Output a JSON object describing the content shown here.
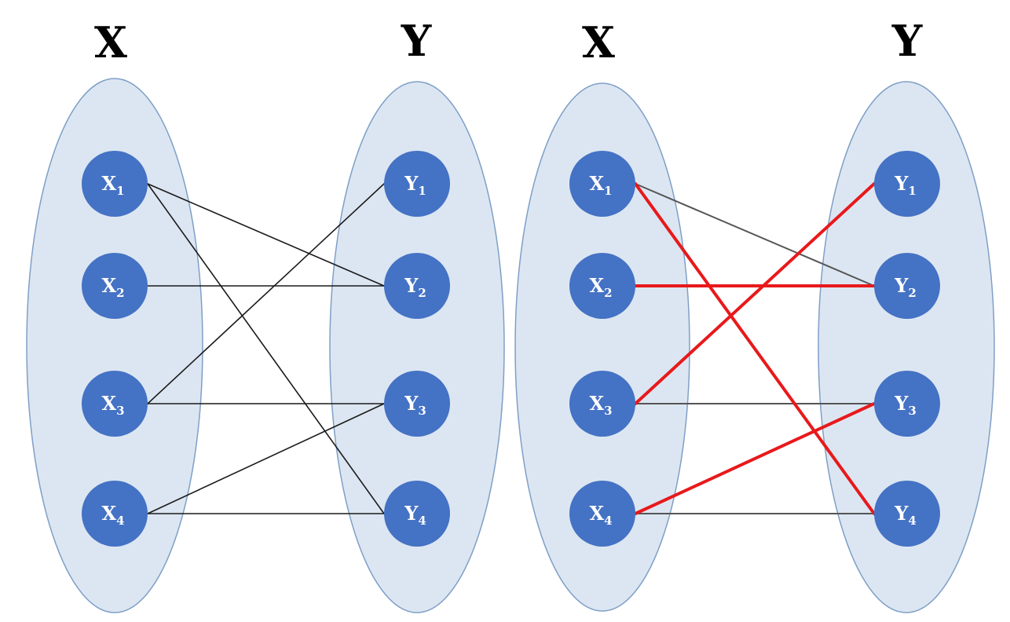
{
  "colors": {
    "ellipse_fill": "#dce6f2",
    "ellipse_stroke": "#7f9fc6",
    "node_fill": "#4472c4",
    "edge": "#1a1a1a",
    "edge_matched": "#e8191b",
    "edge_unmatched": "#555555"
  },
  "left": {
    "x_title": "X",
    "y_title": "Y",
    "x_nodes": [
      {
        "base": "X",
        "sub": "1"
      },
      {
        "base": "X",
        "sub": "2"
      },
      {
        "base": "X",
        "sub": "3"
      },
      {
        "base": "X",
        "sub": "4"
      }
    ],
    "y_nodes": [
      {
        "base": "Y",
        "sub": "1"
      },
      {
        "base": "Y",
        "sub": "2"
      },
      {
        "base": "Y",
        "sub": "3"
      },
      {
        "base": "Y",
        "sub": "4"
      }
    ],
    "edges": [
      {
        "from": "X1",
        "to": "Y2",
        "matched": false
      },
      {
        "from": "X1",
        "to": "Y4",
        "matched": false
      },
      {
        "from": "X2",
        "to": "Y2",
        "matched": false
      },
      {
        "from": "X3",
        "to": "Y1",
        "matched": false
      },
      {
        "from": "X3",
        "to": "Y3",
        "matched": false
      },
      {
        "from": "X4",
        "to": "Y3",
        "matched": false
      },
      {
        "from": "X4",
        "to": "Y4",
        "matched": false
      }
    ]
  },
  "right": {
    "x_title": "X",
    "y_title": "Y",
    "x_nodes": [
      {
        "base": "X",
        "sub": "1"
      },
      {
        "base": "X",
        "sub": "2"
      },
      {
        "base": "X",
        "sub": "3"
      },
      {
        "base": "X",
        "sub": "4"
      }
    ],
    "y_nodes": [
      {
        "base": "Y",
        "sub": "1"
      },
      {
        "base": "Y",
        "sub": "2"
      },
      {
        "base": "Y",
        "sub": "3"
      },
      {
        "base": "Y",
        "sub": "4"
      }
    ],
    "edges": [
      {
        "from": "X1",
        "to": "Y2",
        "matched": false
      },
      {
        "from": "X3",
        "to": "Y3",
        "matched": false
      },
      {
        "from": "X4",
        "to": "Y4",
        "matched": false
      },
      {
        "from": "X1",
        "to": "Y4",
        "matched": true
      },
      {
        "from": "X2",
        "to": "Y2",
        "matched": true
      },
      {
        "from": "X3",
        "to": "Y1",
        "matched": true
      },
      {
        "from": "X4",
        "to": "Y3",
        "matched": true
      }
    ]
  }
}
